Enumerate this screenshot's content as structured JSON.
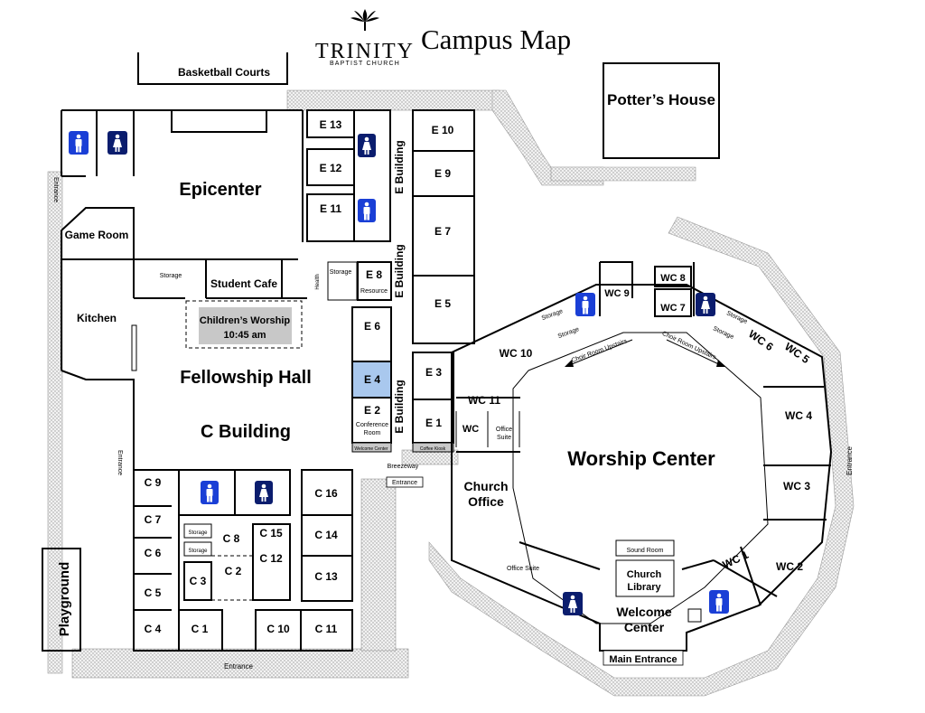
{
  "header": {
    "logo_name": "TRINITY",
    "logo_sub": "BAPTIST CHURCH",
    "title": "Campus Map"
  },
  "areas": {
    "basketball": "Basketball Courts",
    "potters_house": "Potter’s House",
    "playground": "Playground",
    "epicenter": "Epicenter",
    "game_room": "Game Room",
    "kitchen": "Kitchen",
    "fellowship_hall": "Fellowship Hall",
    "c_building": "C Building",
    "student_cafe": "Student Cafe",
    "childrens_worship": "Children’s Worship",
    "childrens_worship_time": "10:45 am",
    "worship_center": "Worship Center",
    "church_office_1": "Church",
    "church_office_2": "Office",
    "welcome_center_1": "Welcome",
    "welcome_center_2": "Center",
    "church_library_1": "Church",
    "church_library_2": "Library",
    "sound_room": "Sound Room",
    "office_suite": "Office Suite",
    "office_suite_a": "Office",
    "office_suite_b": "Suite",
    "e_building": "E Building",
    "conference_room_1": "Conference",
    "conference_room_2": "Room",
    "welcome_center_small": "Welcome Center",
    "coffee_kiosk": "Coffee Kiosk",
    "breezeway": "Breezeway",
    "resource": "Resource",
    "storage": "Storage",
    "health": "Health",
    "choir_up": "Choir Room Upstairs"
  },
  "rooms": {
    "e": [
      "E 13",
      "E 12",
      "E 11",
      "E 10",
      "E 9",
      "E 7",
      "E 5",
      "E 8",
      "E 6",
      "E 4",
      "E 3",
      "E 2",
      "E 1"
    ],
    "wc": [
      "WC 9",
      "WC 8",
      "WC 7",
      "WC 10",
      "WC 11",
      "WC",
      "WC 6",
      "WC 5",
      "WC 4",
      "WC 3",
      "WC 2",
      "WC 1"
    ],
    "c": [
      "C 9",
      "C 7",
      "C 6",
      "C 5",
      "C 4",
      "C 1",
      "C 8",
      "C 2",
      "C 3",
      "C 15",
      "C 12",
      "C 16",
      "C 14",
      "C 13",
      "C 10",
      "C 11"
    ]
  },
  "entrances": {
    "entrance": "Entrance",
    "main_entrance": "Main Entrance"
  },
  "colors": {
    "restroom_fill": "#1a3fd6",
    "restroom_dark": "#0b1d6e",
    "highlight_gray": "#c8c8c8",
    "highlight_blue": "#a9c8ee"
  },
  "icons": [
    "restroom-men-icon",
    "restroom-women-icon",
    "logo-flame-icon"
  ]
}
